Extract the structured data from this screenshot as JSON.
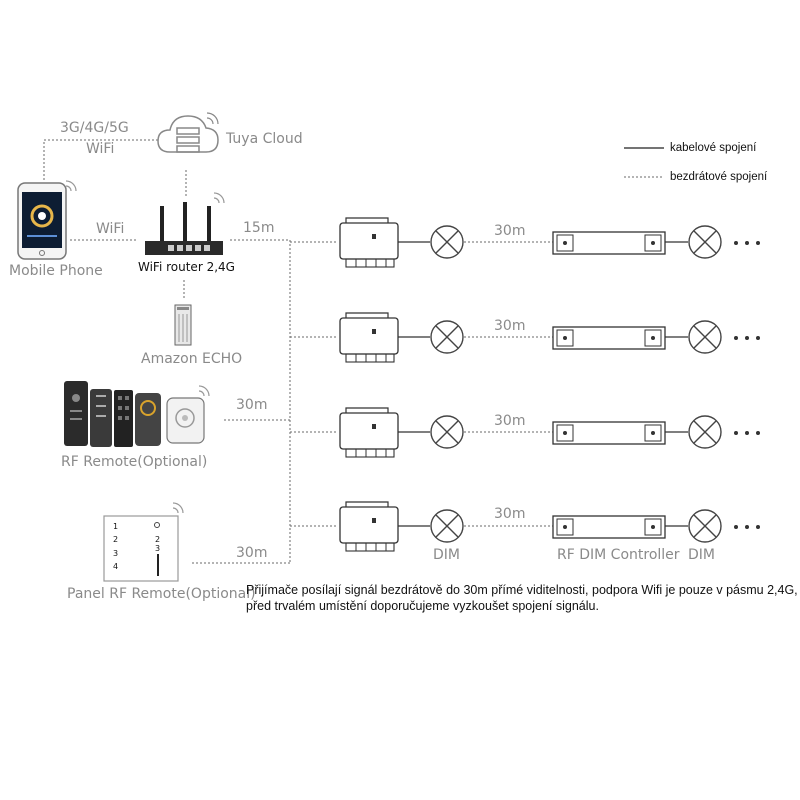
{
  "labels": {
    "cellular": "3G/4G/5G",
    "wifi_top": "WiFi",
    "cloud": "Tuya Cloud",
    "wifi_left": "WiFi",
    "mobile": "Mobile Phone",
    "router": "WiFi router 2,4G",
    "echo": "Amazon  ECHO",
    "rf_remote": "RF Remote(Optional)",
    "panel": "Panel RF Remote(Optional)",
    "dist_router": "15m",
    "dist_remote": "30m",
    "dist_panel": "30m"
  },
  "legend": {
    "wired": "kabelové spojení",
    "wireless": "bezdrátové spojení"
  },
  "rows": [
    {
      "distance": "30m"
    },
    {
      "distance": "30m"
    },
    {
      "distance": "30m"
    },
    {
      "distance": "30m",
      "dim_left": "DIM",
      "controller": "RF DIM Controller",
      "dim_right": "DIM"
    }
  ],
  "panel_buttons": {
    "left": [
      "1",
      "2",
      "3",
      "4"
    ],
    "right": [
      "2",
      "3"
    ]
  },
  "note": "Přijímače posílají signál bezdrátově do 30m přímé viditelnosti, podpora Wifi je pouze v pásmu 2,4G, před trvalém umístění doporučujeme vyzkoušet spojení signálu.",
  "colors": {
    "line": "#555555",
    "device": "#444444",
    "text_light": "#8a8a8a",
    "text_dark": "#111111"
  }
}
